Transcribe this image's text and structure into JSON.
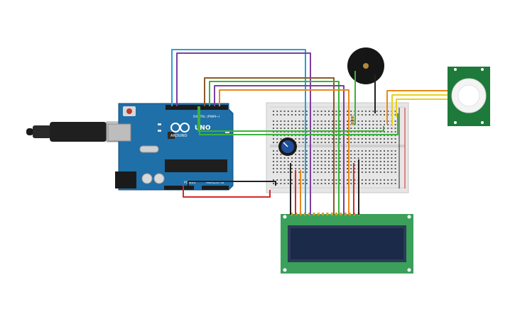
{
  "arduino": {
    "brand": "ARDUINO",
    "model": "UNO",
    "digital_label": "DIGITAL (PWM~)",
    "power_label": "POWER",
    "analog_label": "ANALOG IN",
    "color": "#1f6fa8"
  },
  "pir_sensor": {
    "color": "#1e7a3a"
  },
  "lcd": {
    "screen_color": "#1c2a4a",
    "board_color": "#3aa05a"
  },
  "wire_colors": {
    "blue": "#2a9fd6",
    "purple": "#7b3fa0",
    "brown": "#8a5a2b",
    "green": "#3bb33b",
    "orange": "#e8891c",
    "red": "#d62828",
    "black": "#222222",
    "yellow": "#e6d21c"
  }
}
